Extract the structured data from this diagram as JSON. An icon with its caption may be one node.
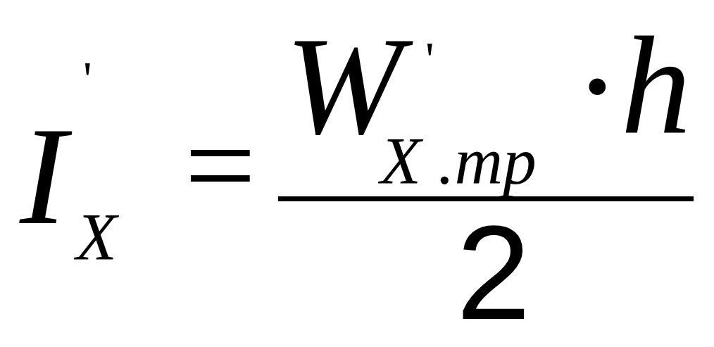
{
  "diagram": {
    "labels": [
      "I",
      "'",
      "X",
      "=",
      "W",
      "'",
      "X .mp",
      "·*h*",
      "2"
    ]
  }
}
